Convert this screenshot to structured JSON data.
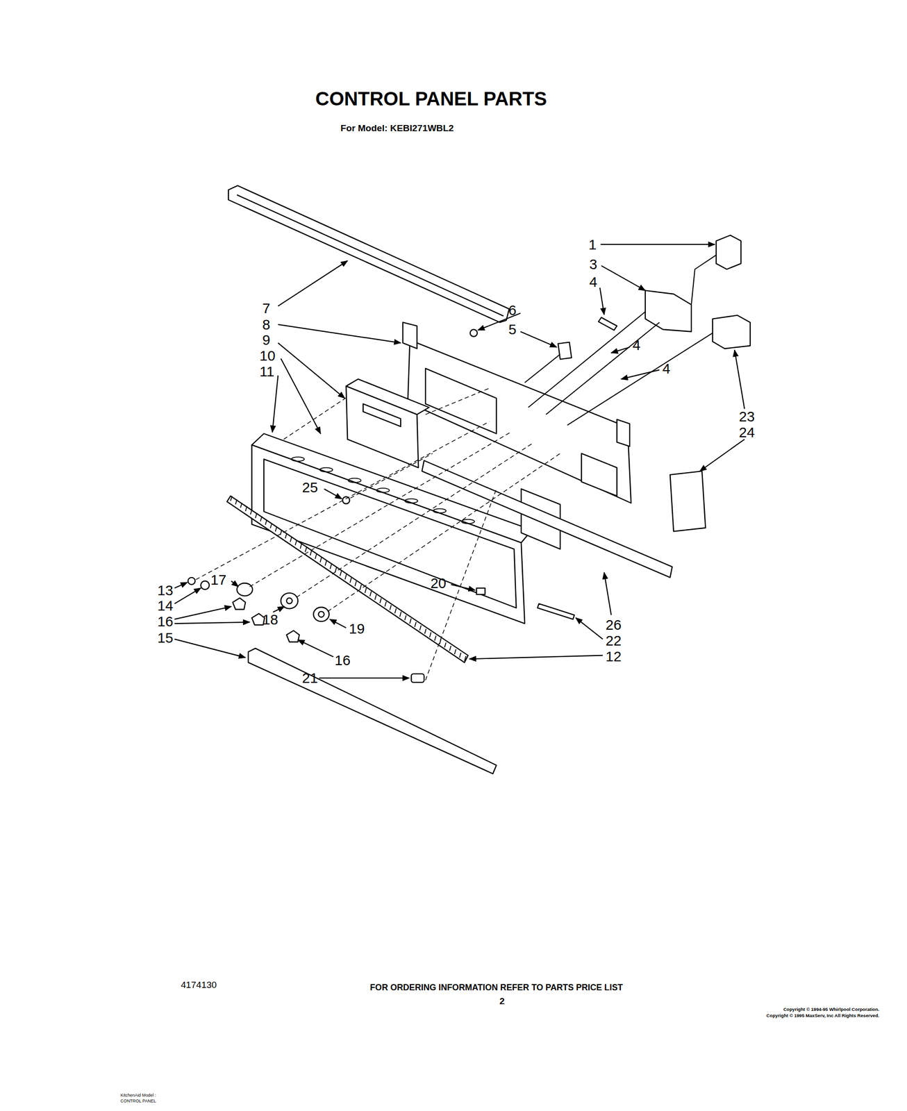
{
  "diagram": {
    "title": "CONTROL PANEL PARTS",
    "caption": "FOR ORDERING INFORMATION REFER TO PARTS PRICE LIST",
    "labels": [
      "For Model: KEBI271WBL2",
      "1",
      "3",
      "4",
      "6",
      "5",
      "7",
      "8",
      "9",
      "10",
      "11",
      "4",
      "4",
      "23",
      "24",
      "25",
      "13",
      "14",
      "17",
      "16",
      "15",
      "20",
      "18",
      "19",
      "16",
      "21",
      "26",
      "22",
      "12",
      "2",
      "4174130",
      "Copyright © 1994-95 Whirlpool Corporation.",
      "Copyright © 1995 MaxServ, Inc   All Rights Reserved.",
      "KitchenAid Model :",
      "CONTROL PANEL"
    ]
  }
}
